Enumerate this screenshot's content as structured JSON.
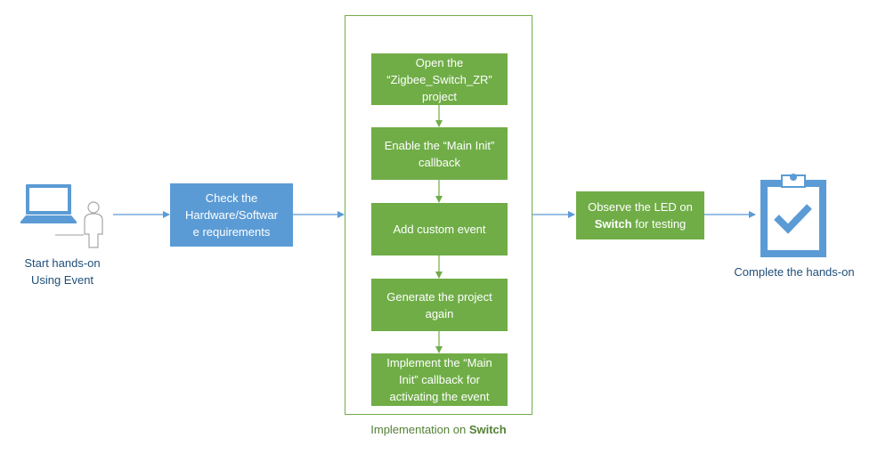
{
  "start": {
    "icon": "laptop-person-icon",
    "label_line1": "Start hands-on",
    "label_line2": "Using Event"
  },
  "check_box": {
    "line1": "Check the",
    "line2": "Hardware/Softwar",
    "line3": "e requirements"
  },
  "implementation": {
    "caption_prefix": "Implementation on ",
    "caption_bold": "Switch",
    "steps": [
      {
        "line1": "Open the",
        "line2": "“Zigbee_Switch_ZR”",
        "line3": "project"
      },
      {
        "line1": "Enable the “Main Init”",
        "line2": "callback"
      },
      {
        "line1": "Add custom event"
      },
      {
        "line1": "Generate the project",
        "line2": "again"
      },
      {
        "line1": "Implement the “Main",
        "line2": "Init” callback for",
        "line3": "activating the event"
      }
    ]
  },
  "observe_box": {
    "line1": "Observe the LED on",
    "line2_bold": "Switch",
    "line2_rest": " for testing"
  },
  "complete": {
    "icon": "clipboard-check-icon",
    "label": "Complete the hands-on"
  },
  "colors": {
    "blue": "#5b9bd5",
    "green": "#70ad47",
    "navy_text": "#1f4e79",
    "green_text": "#538135"
  }
}
